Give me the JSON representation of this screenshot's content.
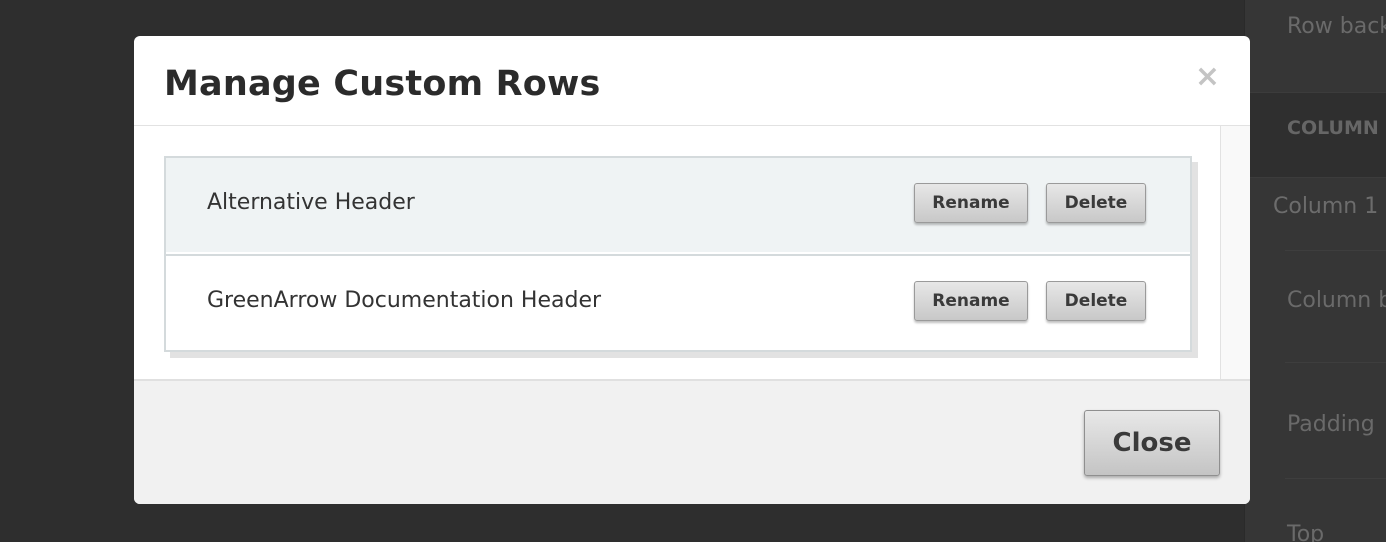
{
  "background_panel": {
    "items": [
      "Row back",
      "COLUMN",
      "Column 1",
      "Column b",
      "Padding",
      "Top"
    ]
  },
  "modal": {
    "title": "Manage Custom Rows",
    "close_icon": "×",
    "rows": [
      {
        "name": "Alternative Header",
        "rename_label": "Rename",
        "delete_label": "Delete"
      },
      {
        "name": "GreenArrow Documentation Header",
        "rename_label": "Rename",
        "delete_label": "Delete"
      }
    ],
    "footer": {
      "close_label": "Close"
    }
  },
  "colors": {
    "overlay_background": "#2e2e2e",
    "modal_background": "#ffffff",
    "highlighted_row": "#eff3f4",
    "footer_background": "#f1f1f1",
    "title_text": "#2b2b2b"
  }
}
